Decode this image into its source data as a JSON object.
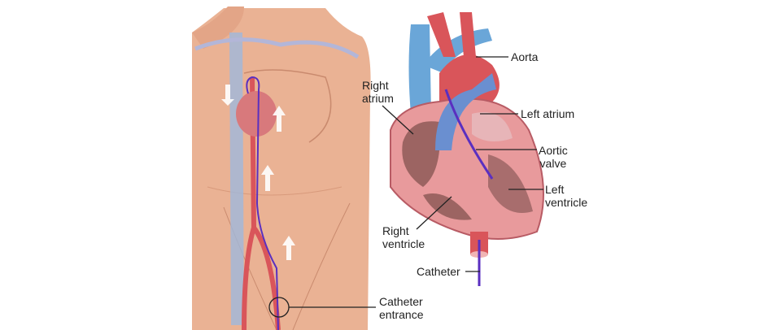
{
  "labels": {
    "aorta": "Aorta",
    "right_atrium_1": "Right",
    "right_atrium_2": "atrium",
    "left_atrium": "Left atrium",
    "aortic_valve_1": "Aortic",
    "aortic_valve_2": "valve",
    "left_ventricle_1": "Left",
    "left_ventricle_2": "ventricle",
    "right_ventricle_1": "Right",
    "right_ventricle_2": "ventricle",
    "catheter": "Catheter",
    "catheter_entrance_1": "Catheter",
    "catheter_entrance_2": "entrance"
  },
  "colors": {
    "skin": "#eab294",
    "artery": "#d9555a",
    "vein": "#6aa6d8",
    "catheter": "#5a2fc0",
    "heart_muscle": "#e89a9c"
  }
}
